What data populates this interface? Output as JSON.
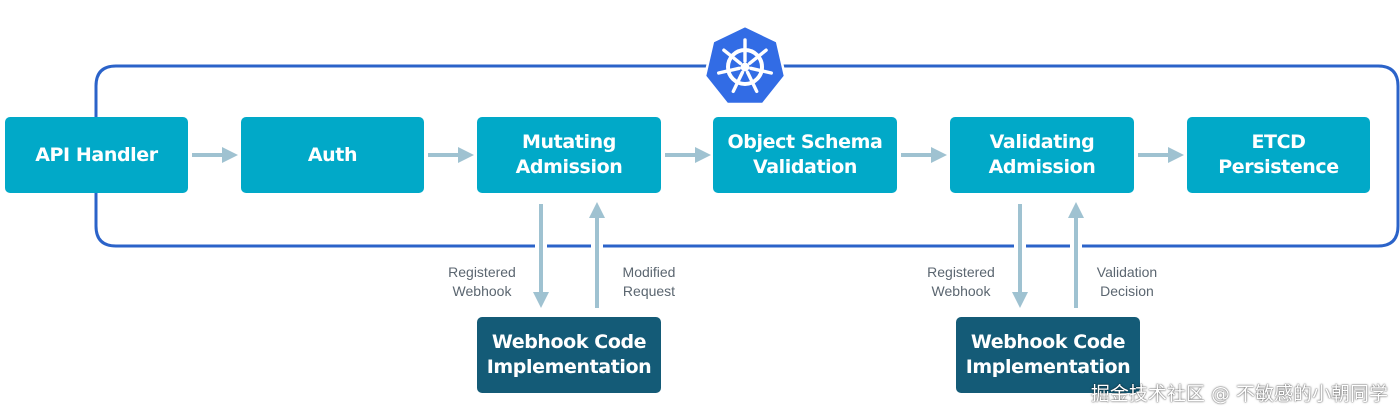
{
  "colors": {
    "pipeline_box": "#01a9c8",
    "webhook_box": "#145b77",
    "loop_line": "#2b63c9",
    "arrow": "#9fc2d1",
    "logo": "#326ce5",
    "edge_label_text": "#5b6670"
  },
  "logo": {
    "icon": "kubernetes-helm-wheel-icon"
  },
  "pipeline": [
    {
      "id": "api-handler",
      "label": "API Handler"
    },
    {
      "id": "auth",
      "label": "Auth"
    },
    {
      "id": "mutating-admission",
      "label": "Mutating\nAdmission"
    },
    {
      "id": "object-schema-validation",
      "label": "Object Schema\nValidation"
    },
    {
      "id": "validating-admission",
      "label": "Validating\nAdmission"
    },
    {
      "id": "etcd-persistence",
      "label": "ETCD\nPersistence"
    }
  ],
  "webhooks": [
    {
      "id": "mutating-webhook",
      "attached_to": "mutating-admission",
      "label": "Webhook Code\nImplementation",
      "down_label": "Registered\nWebhook",
      "up_label": "Modified\nRequest"
    },
    {
      "id": "validating-webhook",
      "attached_to": "validating-admission",
      "label": "Webhook Code\nImplementation",
      "down_label": "Registered\nWebhook",
      "up_label": "Validation\nDecision"
    }
  ],
  "watermark": "掘金技术社区 @ 不敏感的小朝同学"
}
